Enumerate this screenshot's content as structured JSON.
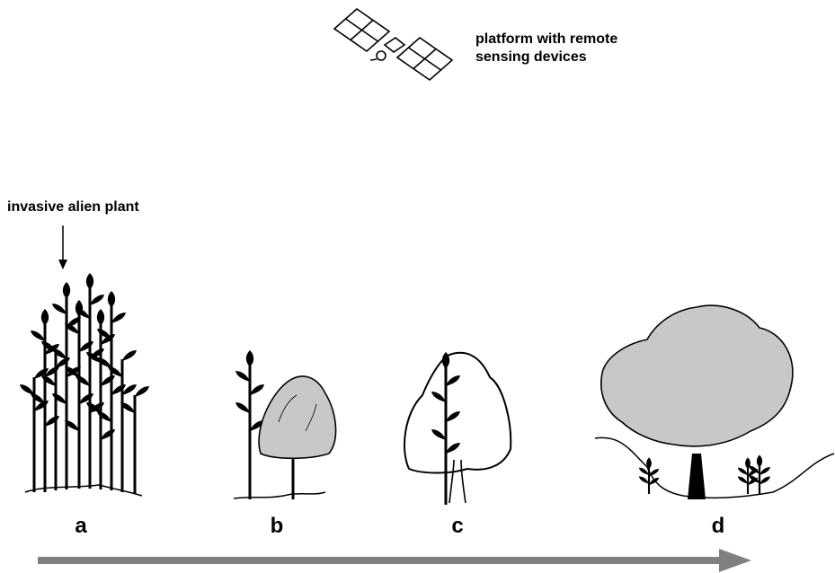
{
  "satellite": {
    "label_line1": "platform with remote",
    "label_line2": "sensing devices"
  },
  "invasive_label": "invasive alien plant",
  "panels": [
    {
      "id": "a",
      "label": "a"
    },
    {
      "id": "b",
      "label": "b"
    },
    {
      "id": "c",
      "label": "c"
    },
    {
      "id": "d",
      "label": "d"
    }
  ],
  "colors": {
    "canopy_fill": "#c8c8c8",
    "progress_arrow": "#808080",
    "ink": "#000000"
  },
  "icons": {
    "satellite": "satellite-icon",
    "arrow": "down-arrow-icon",
    "progress": "right-arrow-icon"
  }
}
